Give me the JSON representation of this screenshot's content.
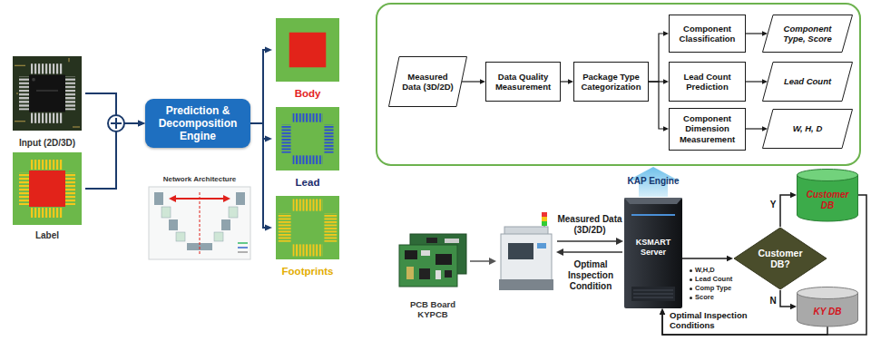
{
  "diagram": {
    "nodes": [
      {
        "text": [
          "Input (2D/3D)"
        ]
      },
      {
        "text": [
          "Label"
        ]
      },
      {
        "text": [
          "Prediction & Decomposition Engine"
        ]
      },
      {
        "text": [
          "Network Architecture"
        ]
      },
      {
        "text": [
          "Body"
        ]
      },
      {
        "text": [
          "Lead"
        ]
      },
      {
        "text": [
          "Footprints"
        ]
      },
      {
        "text": [
          "Measured Data (3D/2D)"
        ]
      },
      {
        "text": [
          "Data Quality Measurement"
        ]
      },
      {
        "text": [
          "Package Type Categorization"
        ]
      },
      {
        "text": [
          "Component Classification"
        ]
      },
      {
        "text": [
          "Lead Count Prediction"
        ]
      },
      {
        "text": [
          "Component Dimension Measurement"
        ]
      },
      {
        "text": [
          "Component Type, Score"
        ]
      },
      {
        "text": [
          "Lead Count"
        ]
      },
      {
        "text": [
          "W, H, D"
        ]
      },
      {
        "text": [
          "PCB Board KYPCB"
        ]
      },
      {
        "text": [
          "KSMART Server"
        ]
      },
      {
        "text": [
          "Customer DB?"
        ]
      },
      {
        "text": [
          "Customer DB"
        ]
      },
      {
        "text": [
          "KY DB"
        ]
      }
    ],
    "edges": [
      {
        "from": 0,
        "to": 2,
        "arrow": "to"
      },
      {
        "from": 1,
        "to": 2,
        "arrow": "to"
      },
      {
        "from": 2,
        "to": 4,
        "arrow": "to"
      },
      {
        "from": 2,
        "to": 5,
        "arrow": "to"
      },
      {
        "from": 2,
        "to": 6,
        "arrow": "to"
      },
      {
        "from": 7,
        "to": 8,
        "arrow": "to"
      },
      {
        "from": 8,
        "to": 9,
        "arrow": "to"
      },
      {
        "from": 9,
        "to": 10,
        "arrow": "to"
      },
      {
        "from": 9,
        "to": 11,
        "arrow": "to"
      },
      {
        "from": 9,
        "to": 12,
        "arrow": "to"
      },
      {
        "from": 10,
        "to": 13,
        "arrow": "to"
      },
      {
        "from": 11,
        "to": 14,
        "arrow": "to"
      },
      {
        "from": 12,
        "to": 15,
        "arrow": "to"
      },
      {
        "from": 17,
        "to": 18,
        "arrow": "to"
      },
      {
        "from": 18,
        "to": 19,
        "label": "Y",
        "arrow": "to"
      },
      {
        "from": 18,
        "to": 20,
        "label": "N",
        "arrow": "to"
      },
      {
        "from": 19,
        "to": 17,
        "label": "Optimal Inspection Conditions",
        "arrow": "to"
      },
      {
        "from": 20,
        "to": 17,
        "arrow": "to"
      }
    ],
    "labels": [
      "Measured Data (3D/2D)",
      "Optimal Inspection Condition",
      "KAP Engine",
      "W,H,D",
      "Lead Count",
      "Comp Type",
      "Score"
    ]
  }
}
